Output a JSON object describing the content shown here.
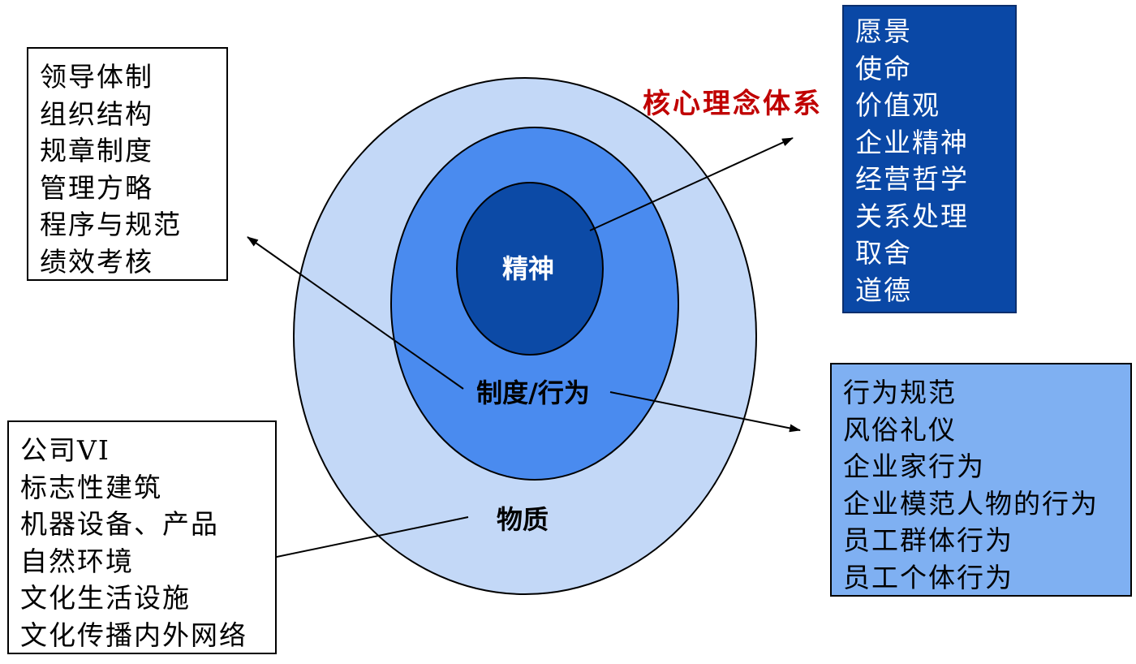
{
  "rings": {
    "outer_label": "物质",
    "middle_label": "制度/行为",
    "inner_label": "精神",
    "outer_color": "#c3d8f7",
    "middle_color": "#4a8bef",
    "inner_color": "#0c4aa6"
  },
  "core_heading": "核心理念体系",
  "boxes": {
    "institution": {
      "items": [
        "领导体制",
        "组织结构",
        "规章制度",
        "管理方略",
        "程序与规范",
        "绩效考核"
      ]
    },
    "material": {
      "items": [
        "公司VI",
        "标志性建筑",
        "机器设备、产品",
        "自然环境",
        "文化生活设施",
        "文化传播内外网络"
      ]
    },
    "core": {
      "color": "#0a48a6",
      "items": [
        "愿景",
        "使命",
        "价值观",
        "企业精神",
        "经营哲学",
        "关系处理",
        "取舍",
        "道德"
      ]
    },
    "behavior": {
      "color": "#7fb0f2",
      "items": [
        "行为规范",
        "风俗礼仪",
        "企业家行为",
        "企业模范人物的行为",
        "员工群体行为",
        "员工个体行为"
      ]
    }
  }
}
